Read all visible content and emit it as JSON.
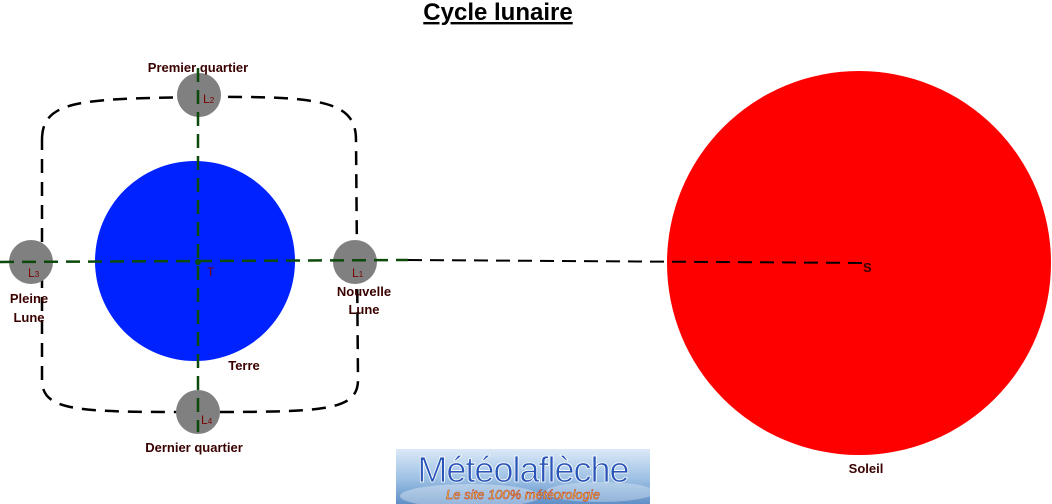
{
  "title": "Cycle lunaire",
  "earth": {
    "label": "Terre",
    "marker": "T",
    "color": "#0022ff"
  },
  "sun": {
    "label": "Soleil",
    "marker": "S",
    "color": "#ff0000"
  },
  "moon_color": "#808080",
  "axis_color": "#0b4a0b",
  "orbit_color": "#000000",
  "moons": [
    {
      "id": "L1",
      "letter": "L",
      "index": "1",
      "phase_lines": [
        "Nouvelle",
        "Lune"
      ]
    },
    {
      "id": "L2",
      "letter": "L",
      "index": "2",
      "phase_lines": [
        "Premier quartier"
      ]
    },
    {
      "id": "L3",
      "letter": "L",
      "index": "3",
      "phase_lines": [
        "Pleine",
        "Lune"
      ]
    },
    {
      "id": "L4",
      "letter": "L",
      "index": "4",
      "phase_lines": [
        "Dernier quartier"
      ]
    }
  ],
  "logo": {
    "name": "Météolaflèche",
    "tagline": "Le site 100% météorologie"
  }
}
